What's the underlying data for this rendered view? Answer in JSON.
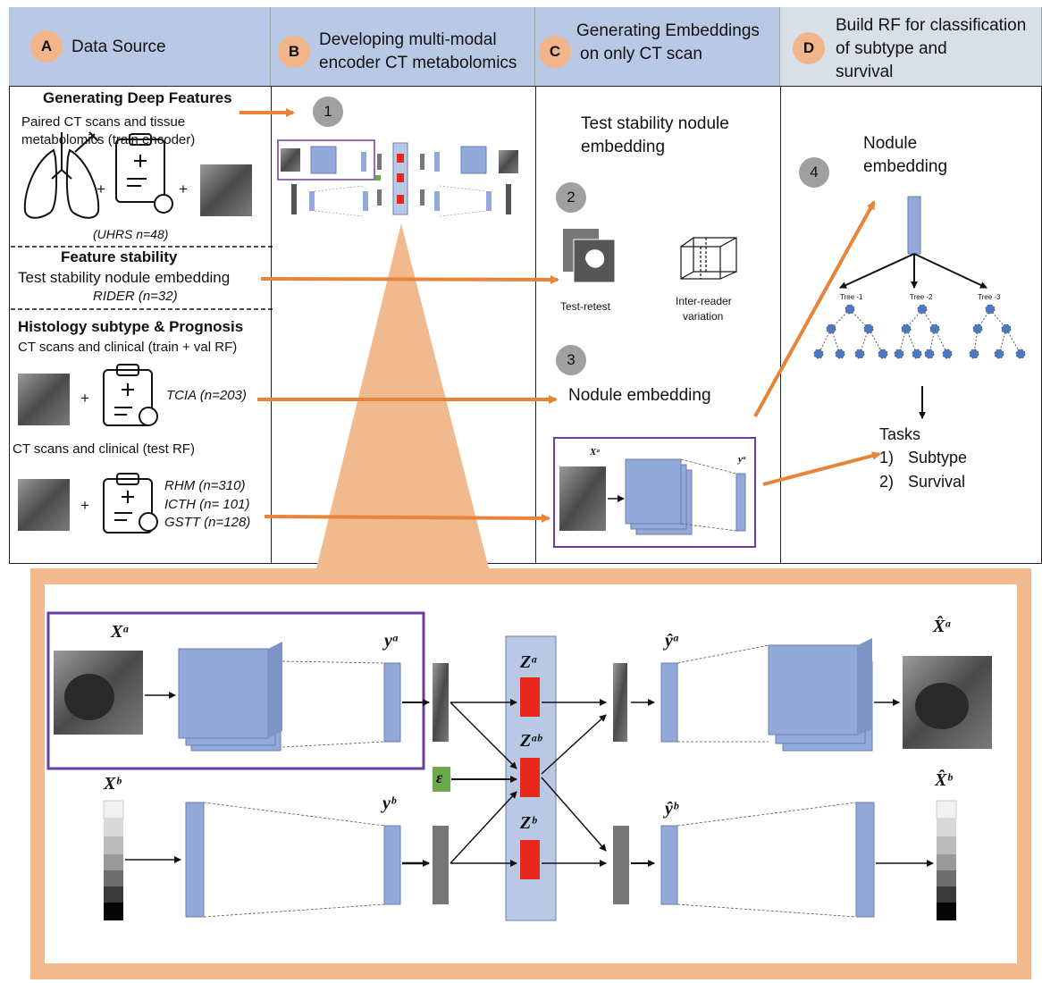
{
  "columns": {
    "A": {
      "badge": "A",
      "title": "Data Source"
    },
    "B": {
      "badge": "B",
      "title_line1": "Developing multi-modal",
      "title_line2": "encoder CT metabolomics"
    },
    "C": {
      "badge": "C",
      "title_line1": "Generating Embeddings",
      "title_line2": "on only CT scan"
    },
    "D": {
      "badge": "D",
      "title_line1": "Build RF for classification",
      "title_line2": "of subtype and",
      "title_line3": "survival"
    }
  },
  "data_source": {
    "deep_features_heading": "Generating Deep Features",
    "deep_features_desc_1": "Paired CT scans and tissue",
    "deep_features_desc_2": "metabolomics (train encoder)",
    "uhrs": "(UHRS n=48)",
    "stability_heading": "Feature stability",
    "stability_desc": "Test stability nodule embedding",
    "rider": "RIDER (n=32)",
    "histology_heading": "Histology subtype & Prognosis",
    "histology_desc": "CT scans and clinical (train + val RF)",
    "tcia": "TCIA (n=203)",
    "test_desc": "CT scans and clinical (test RF)",
    "rhm": "RHM (n=310)",
    "icth": "ICTH (n= 101)",
    "gstt": "GSTT (n=128)",
    "plus": "+"
  },
  "steps": {
    "s1": "1",
    "s2": "2",
    "s3": "3",
    "s4": "4"
  },
  "column_c": {
    "stability_title_1": "Test stability nodule",
    "stability_title_2": "embedding",
    "test_retest": "Test-retest",
    "inter_reader_1": "Inter-reader",
    "inter_reader_2": "variation",
    "nodule_embedding": "Nodule embedding",
    "mini_xa": "Xᵃ",
    "mini_ya": "yᵃ"
  },
  "column_d": {
    "nodule_embedding_1": "Nodule",
    "nodule_embedding_2": "embedding",
    "tree1": "Tree -1",
    "tree2": "Tree -2",
    "tree3": "Tree -3",
    "tasks": "Tasks",
    "task1_num": "1)",
    "task1": "Subtype",
    "task2_num": "2)",
    "task2": "Survival"
  },
  "detail": {
    "xa": "Xᵃ",
    "ya": "yᵃ",
    "za": "Zᵃ",
    "zab": "Zᵃᵇ",
    "zb": "Zᵇ",
    "eps": "ε",
    "xb": "Xᵇ",
    "yb": "yᵇ",
    "yhat_a": "ŷᵃ",
    "yhat_b": "ŷᵇ",
    "xhat_a": "X̂ᵃ",
    "xhat_b": "X̂ᵇ"
  },
  "colors": {
    "header": "#b9c8e4",
    "badge": "#f2b58a",
    "orange": "#e8833a",
    "block": "#92a9d9",
    "purple": "#6b3fa0",
    "red": "#e8281d",
    "green": "#6da84a",
    "tan": "#f0b98e"
  }
}
